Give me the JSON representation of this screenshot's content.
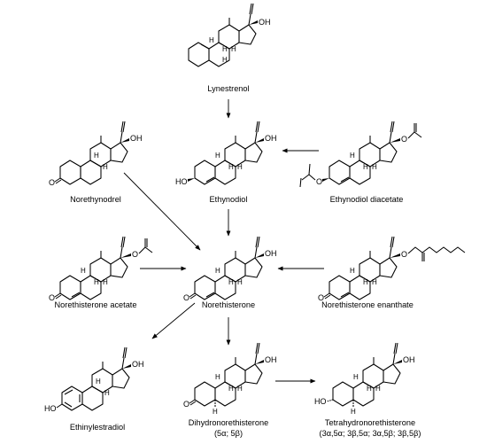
{
  "compounds": {
    "lynestrenol": "Lynestrenol",
    "ethynodiol": "Ethynodiol",
    "ethynodiol_diacetate": "Ethynodiol diacetate",
    "norethynodrel": "Norethynodrel",
    "norethisterone_acetate": "Norethisterone acetate",
    "norethisterone": "Norethisterone",
    "norethisterone_enanthate": "Norethisterone enanthate",
    "ethinylestradiol": "Ethinylestradiol",
    "dihydronorethisterone": "Dihydronorethisterone",
    "dihydronorethisterone_stereo": "(5α; 5β)",
    "tetrahydronorethisterone": "Tetrahydronorethisterone",
    "tetrahydronorethisterone_stereo": "(3α,5α; 3β,5α; 3α,5β; 3β,5β)"
  },
  "atoms": {
    "oh": "OH",
    "ho": "HO",
    "o": "O",
    "h": "H"
  },
  "arrows": [
    {
      "from": "Lynestrenol",
      "to": "Ethynodiol"
    },
    {
      "from": "Ethynodiol diacetate",
      "to": "Ethynodiol"
    },
    {
      "from": "Ethynodiol",
      "to": "Norethisterone"
    },
    {
      "from": "Norethynodrel",
      "to": "Norethisterone"
    },
    {
      "from": "Norethisterone acetate",
      "to": "Norethisterone"
    },
    {
      "from": "Norethisterone enanthate",
      "to": "Norethisterone"
    },
    {
      "from": "Norethisterone",
      "to": "Ethinylestradiol"
    },
    {
      "from": "Norethisterone",
      "to": "Dihydronorethisterone"
    },
    {
      "from": "Dihydronorethisterone",
      "to": "Tetrahydronorethisterone"
    }
  ]
}
